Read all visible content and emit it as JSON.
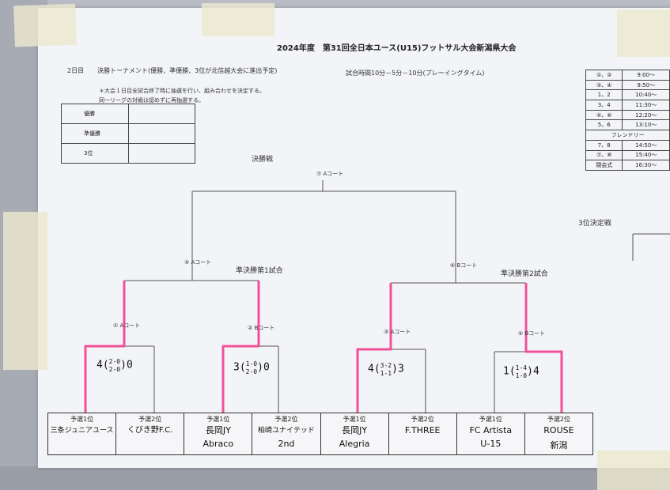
{
  "title": "2024年度　第31回全日本ユース(U15)フットサル大会新潟県大会",
  "day_label": "2日目",
  "section_label": "決勝トーナメント(優勝、準優勝、3位が北信越大会に進出予定)",
  "match_time": "試合時間10分－5分－10分(プレーイングタイム)",
  "notes": [
    "＊大会１日目全試合終了時に抽選を行い、組み合わせを決定する。",
    "同一リーグの対戦は認めずに再抽選する。"
  ],
  "winners": [
    "優勝",
    "準優勝",
    "3位"
  ],
  "schedule": [
    {
      "match": "①、②",
      "time": "9:00～"
    },
    {
      "match": "③、④",
      "time": "9:50～"
    },
    {
      "match": "1、2",
      "time": "10:40～"
    },
    {
      "match": "3、4",
      "time": "11:30～"
    },
    {
      "match": "⑤、⑥",
      "time": "12:20～"
    },
    {
      "match": "5、6",
      "time": "13:10～"
    },
    {
      "match": "フレンドリー",
      "time": ""
    },
    {
      "match": "7、8",
      "time": "14:50～"
    },
    {
      "match": "⑦、⑧",
      "time": "15:40～"
    },
    {
      "match": "閉会式",
      "time": "16:30～"
    }
  ],
  "final_label": "決勝戦",
  "third_place_label": "3位決定戦",
  "semi1_label": "準決勝第1試合",
  "semi2_label": "準決勝第2試合",
  "courts": {
    "m7": "⑦ Aコート",
    "m5": "⑤ Aコート",
    "m6": "⑥ Bコート",
    "m1": "① Aコート",
    "m2": "② Bコート",
    "m3": "③ Aコート",
    "m4": "④ Bコート"
  },
  "scores": {
    "m1": {
      "left": "4",
      "h1": "2-0",
      "h2": "2-0",
      "right": "0"
    },
    "m2": {
      "left": "3",
      "h1": "1-0",
      "h2": "2-0",
      "right": "0"
    },
    "m3": {
      "left": "4",
      "h1": "3-2",
      "h2": "1-1",
      "right": "3"
    },
    "m4": {
      "left": "1",
      "h1": "1-4",
      "h2": "1-0",
      "right": "4"
    }
  },
  "teams": [
    {
      "rank": "予選1位",
      "name": "三条ジュニアユース",
      "name2": ""
    },
    {
      "rank": "予選2位",
      "name": "くびき野F.C.",
      "name2": ""
    },
    {
      "rank": "予選1位",
      "name": "長岡JY",
      "name2": "Abraco"
    },
    {
      "rank": "予選2位",
      "name": "柏崎ユナイテッド",
      "name2": "2nd"
    },
    {
      "rank": "予選1位",
      "name": "長岡JY",
      "name2": "Alegria"
    },
    {
      "rank": "予選2位",
      "name": "F.THREE",
      "name2": ""
    },
    {
      "rank": "予選1位",
      "name": "FC Artista",
      "name2": "U-15"
    },
    {
      "rank": "予選2位",
      "name": "ROUSE",
      "name2": "新潟"
    }
  ],
  "colors": {
    "winner_path": "#f0509a",
    "line": "#555555"
  }
}
